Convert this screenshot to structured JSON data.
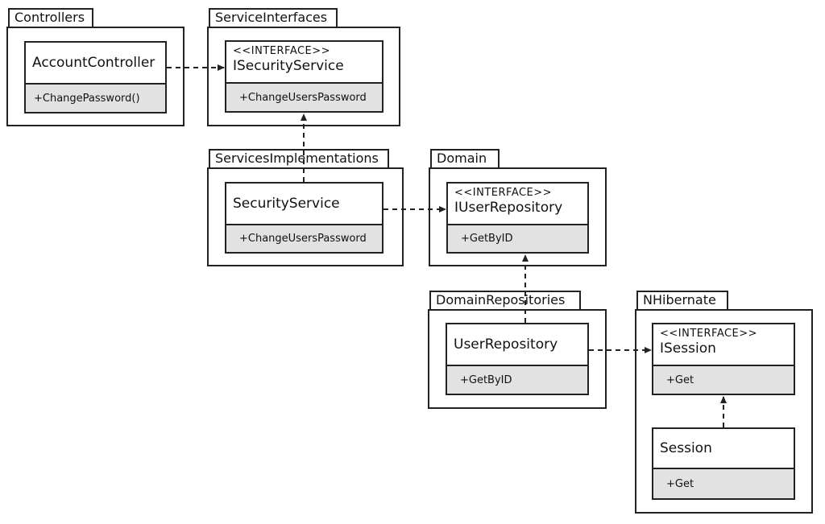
{
  "packages": {
    "controllers": "Controllers",
    "service_interfaces": "ServiceInterfaces",
    "services_implementations": "ServicesImplementations",
    "domain": "Domain",
    "domain_repositories": "DomainRepositories",
    "nhibernate": "NHibernate"
  },
  "classes": {
    "account_controller": {
      "name": "AccountController",
      "op": "+ChangePassword()"
    },
    "isecurity_service": {
      "stereotype": "<<INTERFACE>>",
      "name": "ISecurityService",
      "op": "+ChangeUsersPassword"
    },
    "security_service": {
      "name": "SecurityService",
      "op": "+ChangeUsersPassword"
    },
    "iuser_repository": {
      "stereotype": "<<INTERFACE>>",
      "name": "IUserRepository",
      "op": "+GetByID"
    },
    "user_repository": {
      "name": "UserRepository",
      "op": "+GetByID"
    },
    "isession": {
      "stereotype": "<<INTERFACE>>",
      "name": "ISession",
      "op": "+Get"
    },
    "session": {
      "name": "Session",
      "op": "+Get"
    }
  }
}
